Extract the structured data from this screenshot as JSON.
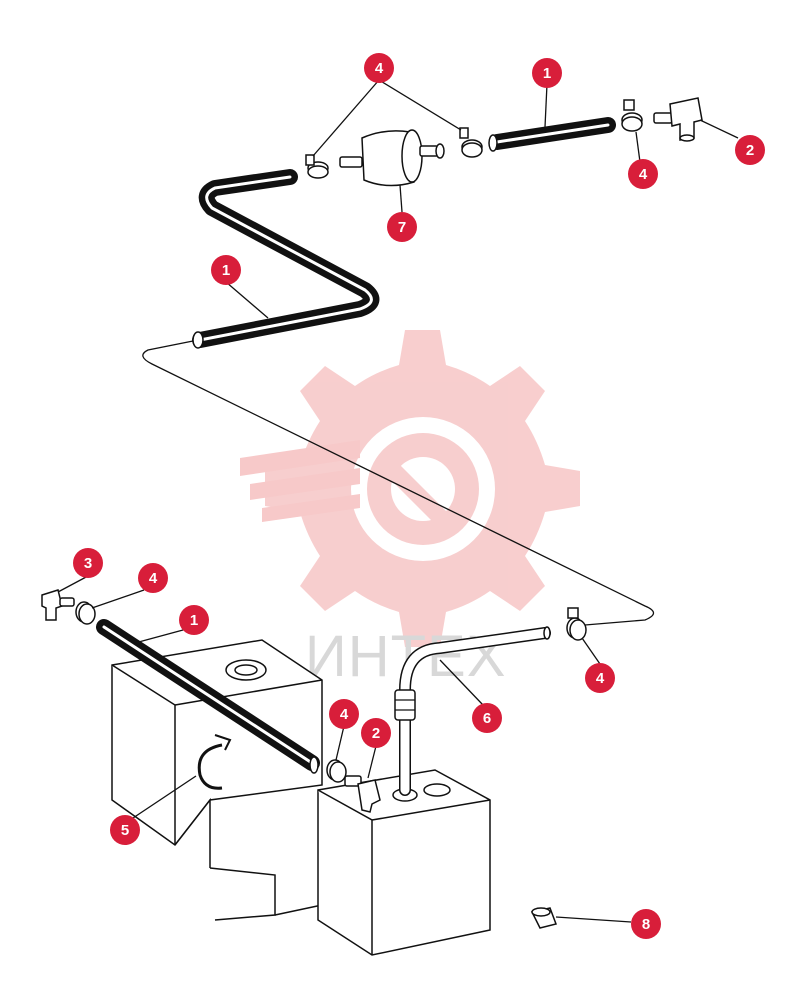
{
  "colors": {
    "callout": "#d81e3a",
    "watermark": "#f5c6c6",
    "watermark_text": "#d8d8d8",
    "line": "#111111"
  },
  "watermark": {
    "text": "ИНТЕХ"
  },
  "callouts": [
    {
      "label": "1"
    },
    {
      "label": "4"
    },
    {
      "label": "2"
    },
    {
      "label": "4"
    },
    {
      "label": "7"
    },
    {
      "label": "1"
    },
    {
      "label": "3"
    },
    {
      "label": "4"
    },
    {
      "label": "1"
    },
    {
      "label": "4"
    },
    {
      "label": "2"
    },
    {
      "label": "4"
    },
    {
      "label": "6"
    },
    {
      "label": "5"
    },
    {
      "label": "8"
    }
  ]
}
